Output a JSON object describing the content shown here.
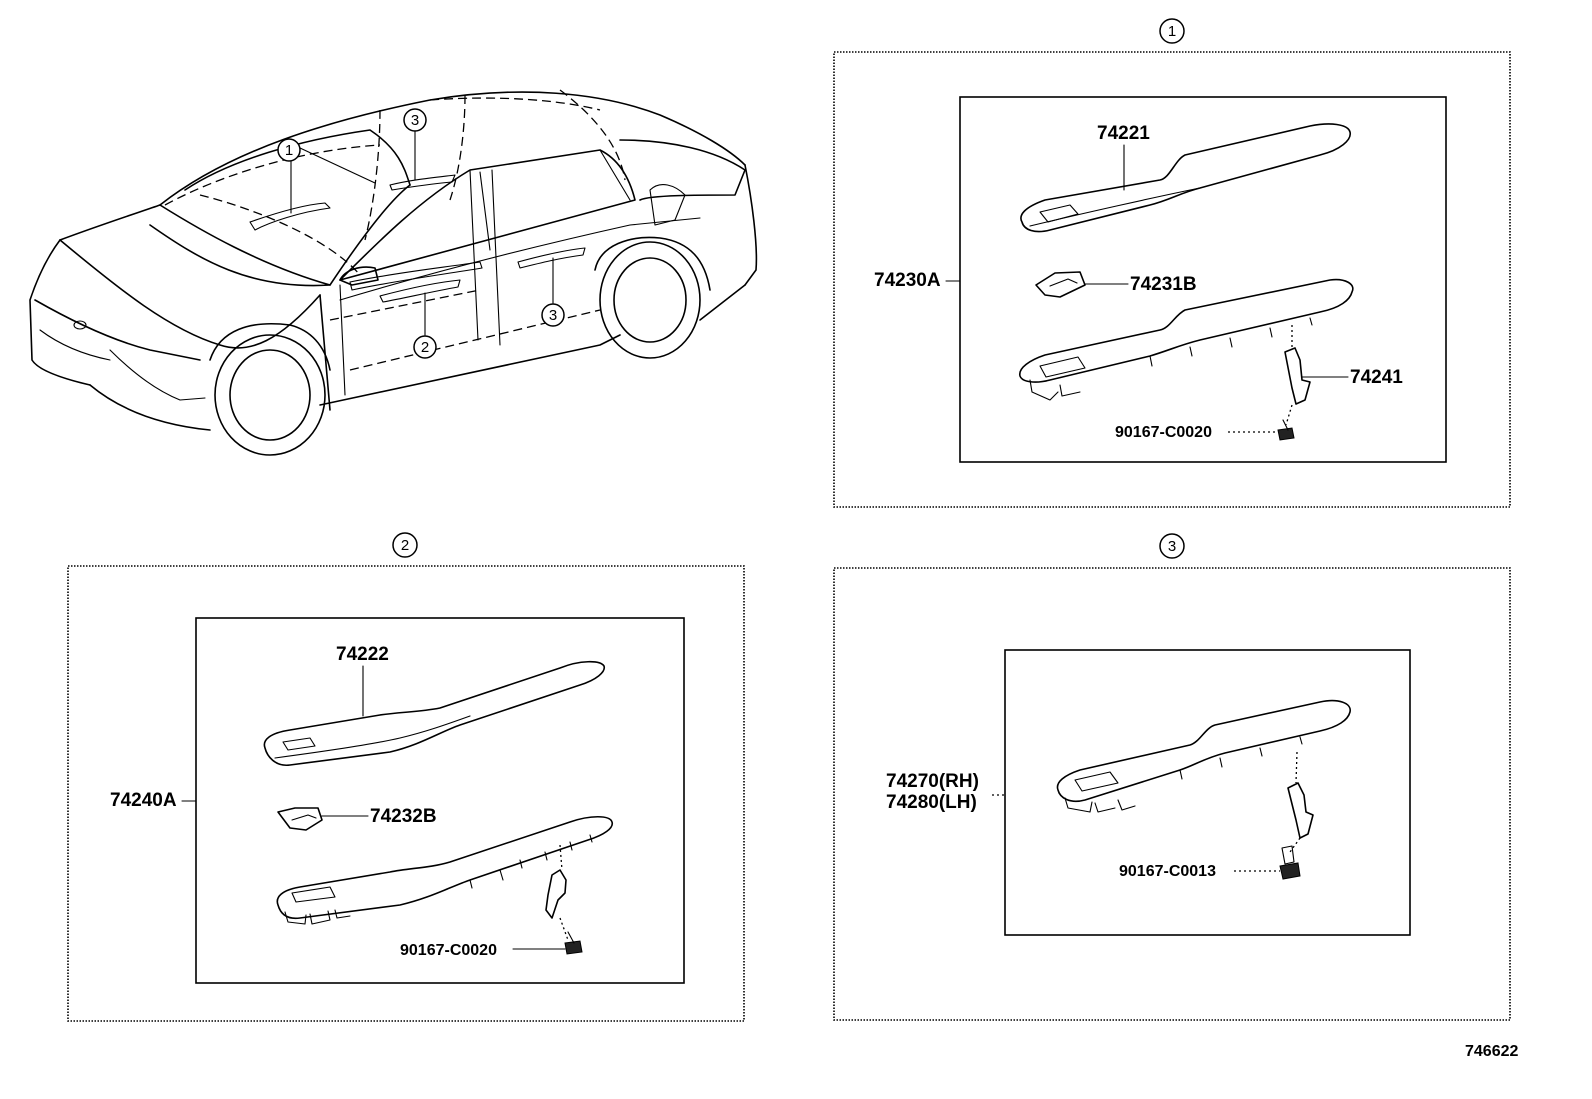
{
  "diagram_id": "746622",
  "overview": {
    "callouts": [
      "1",
      "2",
      "3"
    ]
  },
  "section1": {
    "marker": "1",
    "assembly": "74230A",
    "parts": {
      "cover": "74221",
      "bezel": "74231B",
      "clip": "74241",
      "screw": "90167-C0020"
    }
  },
  "section2": {
    "marker": "2",
    "assembly": "74240A",
    "parts": {
      "cover": "74222",
      "bezel": "74232B",
      "screw": "90167-C0020"
    }
  },
  "section3": {
    "marker": "3",
    "assembly_rh": "74270(RH)",
    "assembly_lh": "74280(LH)",
    "parts": {
      "screw": "90167-C0013"
    }
  },
  "colors": {
    "ink": "#000000",
    "paper": "#ffffff"
  }
}
